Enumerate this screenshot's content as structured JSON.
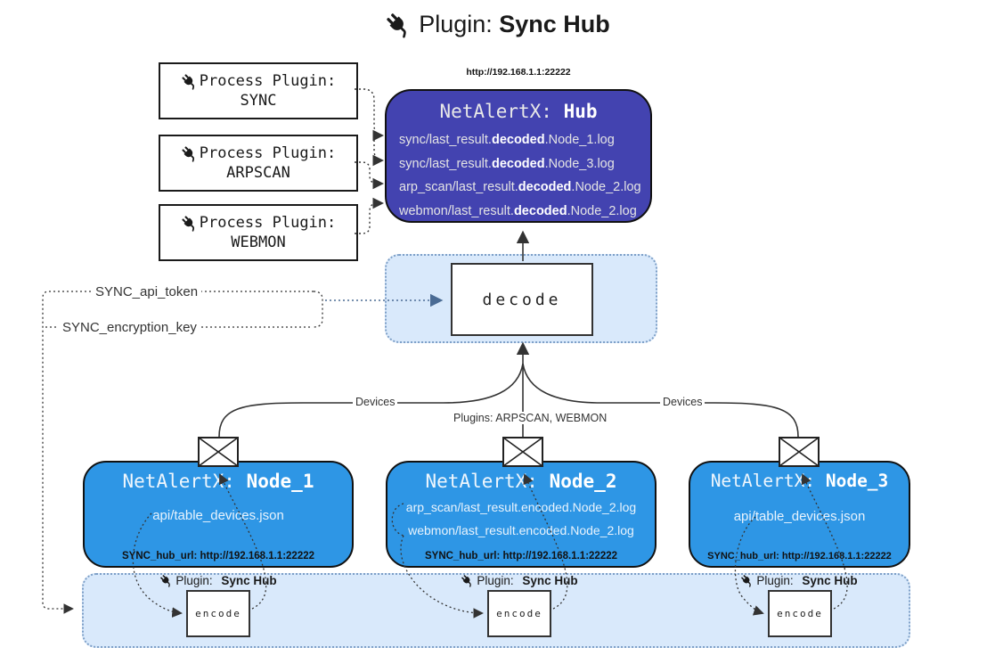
{
  "title": {
    "prefix": "Plugin:",
    "name": "Sync Hub"
  },
  "process_plugins": [
    {
      "label": "Process Plugin:",
      "name": "SYNC"
    },
    {
      "label": "Process Plugin:",
      "name": "ARPSCAN"
    },
    {
      "label": "Process Plugin:",
      "name": "WEBMON"
    }
  ],
  "hub": {
    "url": "http://192.168.1.1:22222",
    "title_prefix": "NetAlertX:",
    "title_name": "Hub",
    "logs": [
      {
        "pre": "sync/last_result.",
        "bold": "decoded",
        "post": ".Node_1.log"
      },
      {
        "pre": "sync/last_result.",
        "bold": "decoded",
        "post": ".Node_3.log"
      },
      {
        "pre": "arp_scan/last_result.",
        "bold": "decoded",
        "post": ".Node_2.log"
      },
      {
        "pre": "webmon/last_result.",
        "bold": "decoded",
        "post": ".Node_2.log"
      }
    ]
  },
  "decode_box": {
    "label": "decode"
  },
  "secrets": {
    "api_token": "SYNC_api_token",
    "encryption_key": "SYNC_encryption_key"
  },
  "edge_labels": {
    "left": "Devices",
    "center": "Plugins: ARPSCAN, WEBMON",
    "right": "Devices"
  },
  "nodes": [
    {
      "title_prefix": "NetAlertX:",
      "title_name": "Node_1",
      "lines": [
        "api/table_devices.json"
      ],
      "hub_url": "SYNC_hub_url: http://192.168.1.1:22222"
    },
    {
      "title_prefix": "NetAlertX:",
      "title_name": "Node_2",
      "lines": [
        "arp_scan/last_result.encoded.Node_2.log",
        "webmon/last_result.encoded.Node_2.log"
      ],
      "hub_url": "SYNC_hub_url: http://192.168.1.1:22222"
    },
    {
      "title_prefix": "NetAlertX:",
      "title_name": "Node_3",
      "lines": [
        "api/table_devices.json"
      ],
      "hub_url": "SYNC_hub_url: http://192.168.1.1:22222"
    }
  ],
  "encoders": [
    {
      "plugin_prefix": "Plugin:",
      "plugin_name": "Sync Hub",
      "label": "encode"
    },
    {
      "plugin_prefix": "Plugin:",
      "plugin_name": "Sync Hub",
      "label": "encode"
    },
    {
      "plugin_prefix": "Plugin:",
      "plugin_name": "Sync Hub",
      "label": "encode"
    }
  ],
  "colors": {
    "hub_fill": "#4343b0",
    "node_fill": "#2e96e5",
    "panel_fill": "#d9e9fb",
    "panel_border": "#7d9fc7",
    "line": "#333333",
    "decode_arrow": "#4a6b94"
  }
}
